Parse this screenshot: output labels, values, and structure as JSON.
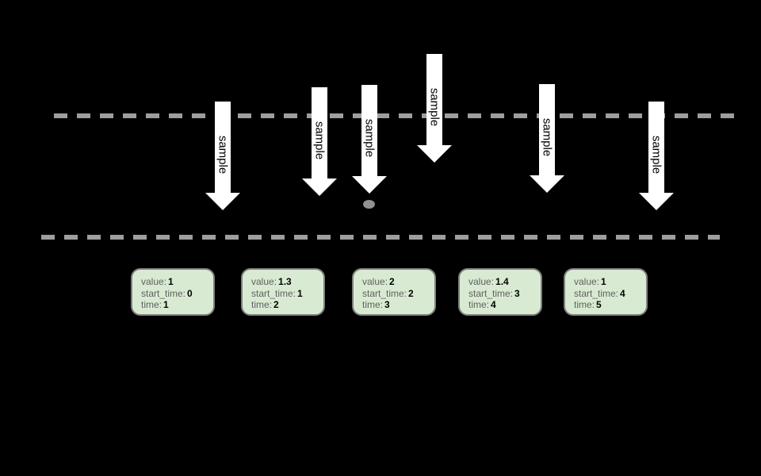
{
  "diagram": {
    "colors": {
      "background": "#000000",
      "arrow_fill": "#ffffff",
      "arrow_text": "#000000",
      "dashed_line": "#9e9e9e",
      "dot": "#919191",
      "card_fill": "#d9ead3",
      "card_border": "#808080",
      "card_label_text": "#5f5f5f",
      "card_value_text": "#000000"
    },
    "arrows": [
      {
        "label": "sample"
      },
      {
        "label": "sample"
      },
      {
        "label": "sample"
      },
      {
        "label": "sample"
      },
      {
        "label": "sample"
      },
      {
        "label": "sample"
      }
    ],
    "field_labels": {
      "value": "value:",
      "start_time": "start_time:",
      "time": "time:"
    },
    "samples": [
      {
        "value": "1",
        "start_time": "0",
        "time": "1"
      },
      {
        "value": "1.3",
        "start_time": "1",
        "time": "2"
      },
      {
        "value": "2",
        "start_time": "2",
        "time": "3"
      },
      {
        "value": "1.4",
        "start_time": "3",
        "time": "4"
      },
      {
        "value": "1",
        "start_time": "4",
        "time": "5"
      }
    ]
  }
}
